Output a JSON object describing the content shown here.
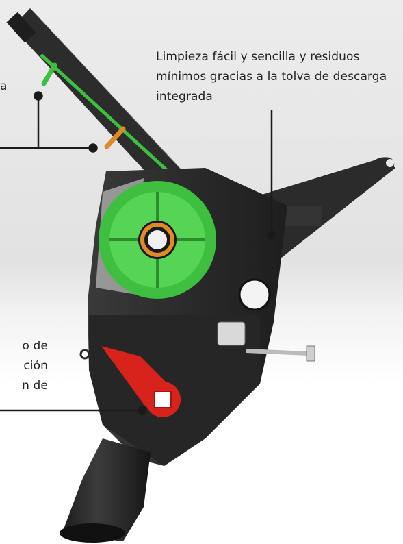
{
  "callouts": {
    "top_right": {
      "lines": [
        "Limpieza fácil y sencilla y residuos",
        "mínimos gracias a la tolva de descarga",
        "integrada"
      ]
    },
    "top_left": {
      "lines": [
        "a"
      ]
    },
    "bottom_left": {
      "lines": [
        "o de",
        "ción",
        "n de"
      ]
    }
  },
  "colors": {
    "housing": "#2b2b2b",
    "housing_light": "#4a4a4a",
    "gear_green": "#3fbf3f",
    "rotor_green": "#55d455",
    "lever_red": "#d8221c",
    "accent_orange": "#e0892a",
    "leader_line": "#1a1a1a"
  }
}
